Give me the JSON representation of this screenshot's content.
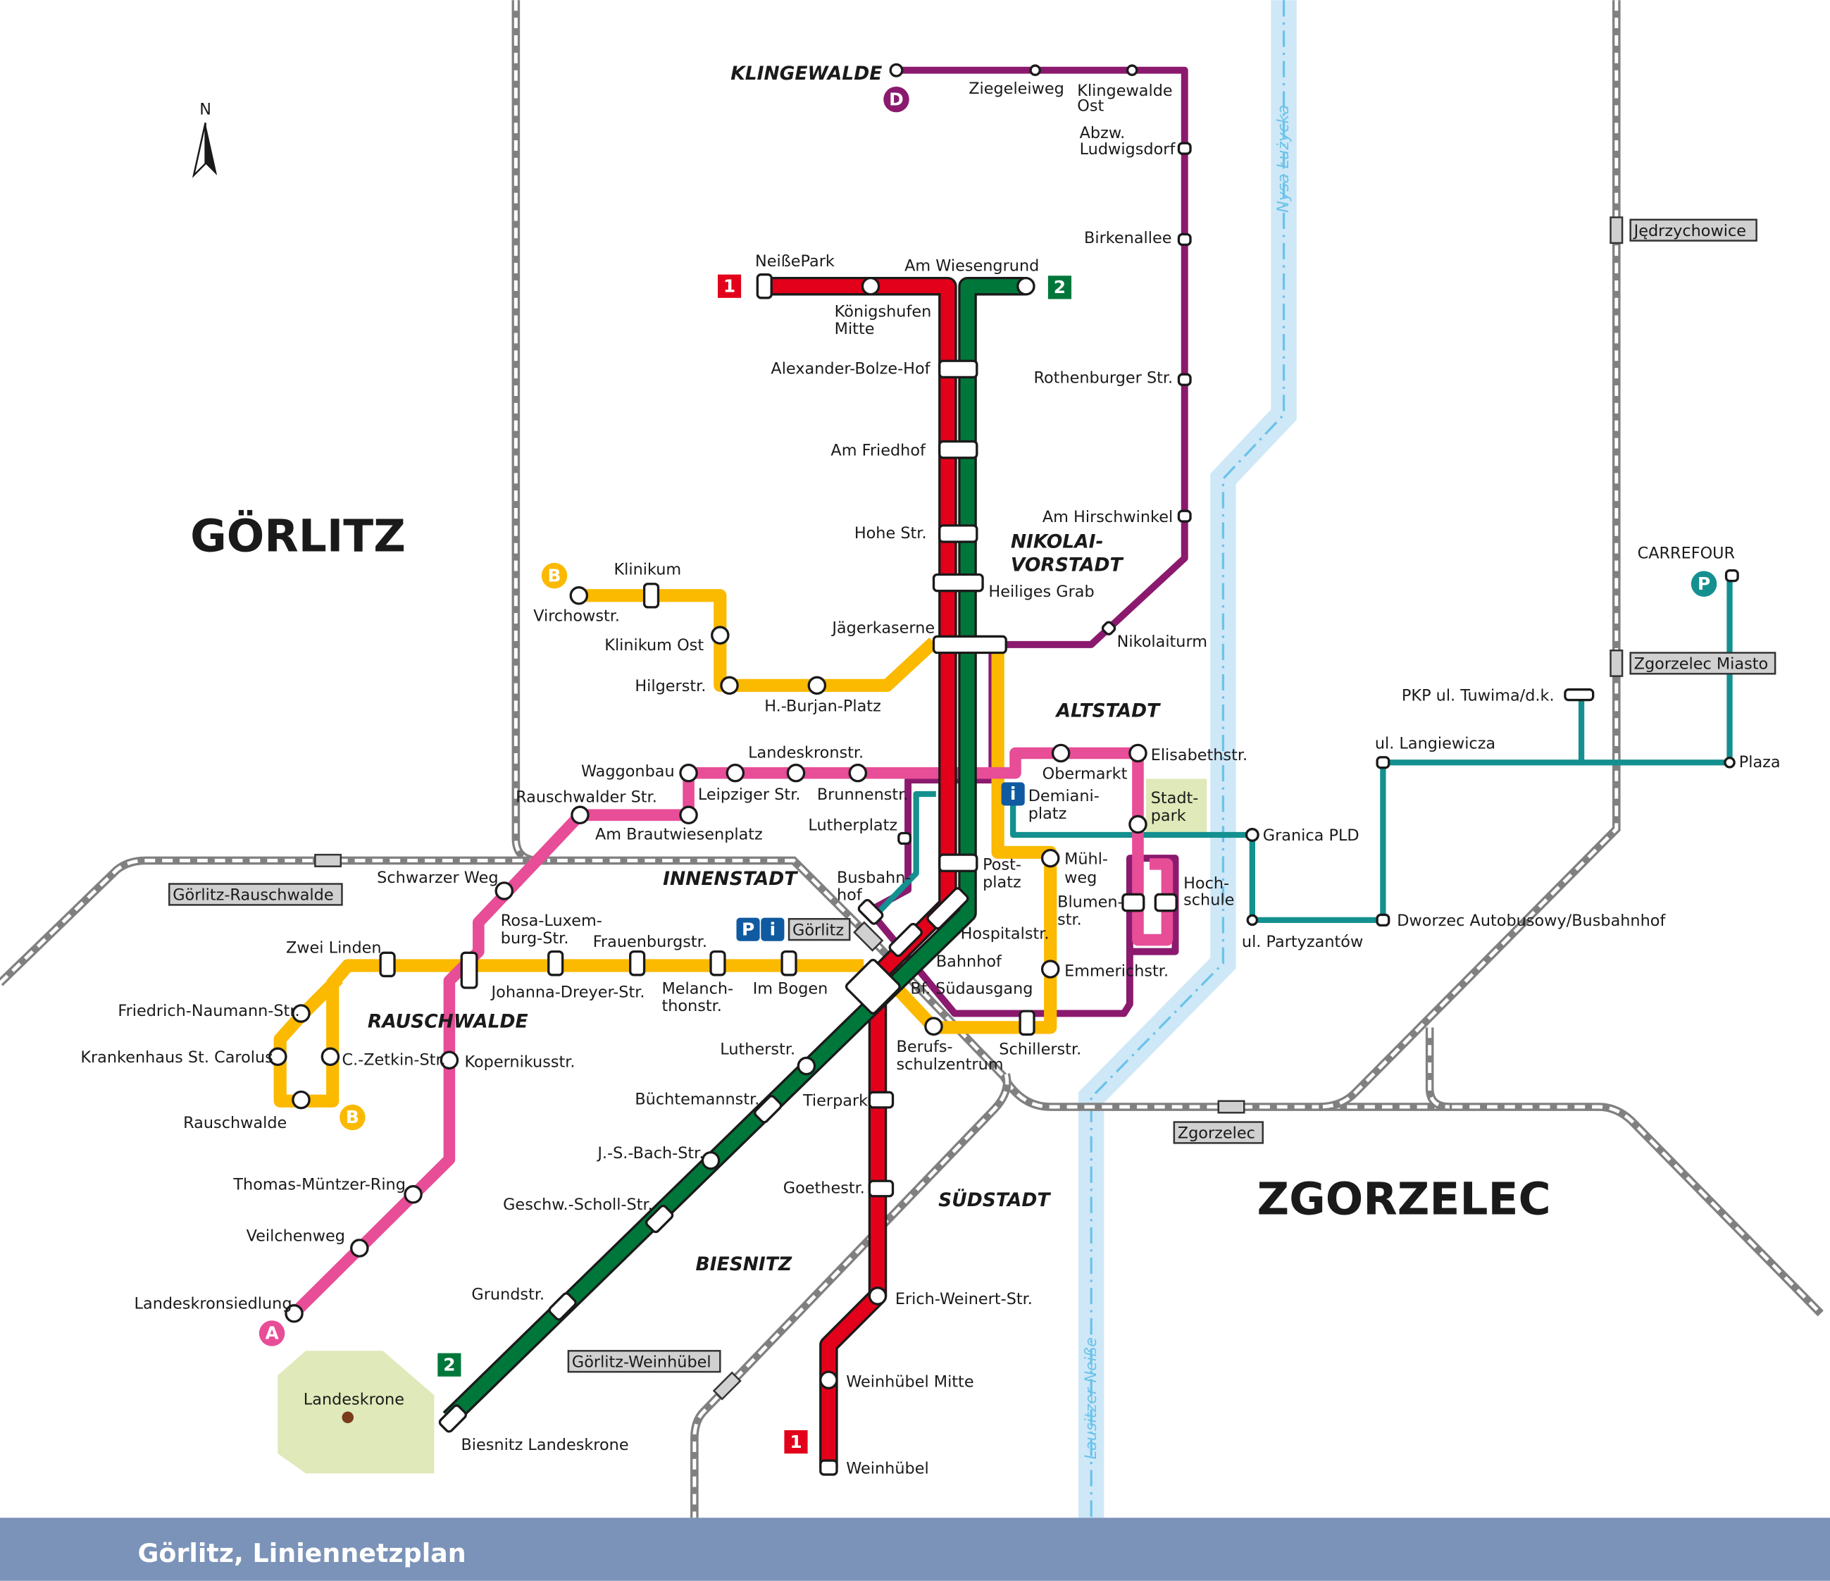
{
  "footer": {
    "title": "Görlitz, Liniennetzplan"
  },
  "compass": "N",
  "cities": {
    "goerlitz": "GÖRLITZ",
    "zgorzelec": "ZGORZELEC"
  },
  "districts": {
    "klingewalde": "KLINGEWALDE",
    "nikolaivorstadt": [
      "NIKOLAI-",
      "VORSTADT"
    ],
    "altstadt": "ALTSTADT",
    "innenstadt": "INNENSTADT",
    "rauschwalde": "RAUSCHWALDE",
    "suedstadt": "SÜDSTADT",
    "biesnitz": "BIESNITZ"
  },
  "rivers": {
    "nysa": "Nysa Łużycka",
    "neisse": "Lausitzer Neiße"
  },
  "rail_stations": {
    "rauschwalde": "Görlitz-Rauschwalde",
    "goerlitz": "Görlitz",
    "weinhuebel": "Görlitz-Weinhübel",
    "zgorzelec": "Zgorzelec",
    "jedrzychowice": "Jędrzychowice",
    "zgorzelec_miasto": "Zgorzelec Miasto"
  },
  "line_badges": {
    "l1": "1",
    "l2": "2",
    "a": "A",
    "b": "B",
    "d": "D",
    "p": "P",
    "info": "i"
  },
  "colors": {
    "line1": "#e2001a",
    "line2": "#00773a",
    "lineA": "#e84d97",
    "lineB": "#fbb900",
    "lineD": "#8b1a6e",
    "lineP": "#13908f",
    "footer": "#7b93b8"
  },
  "landmarks": {
    "landeskrone": "Landeskrone",
    "stadtpark": [
      "Stadt-",
      "park"
    ],
    "carrefour": "CARREFOUR"
  },
  "stations": {
    "ziegeleiweg": "Ziegeleiweg",
    "klingewalde_ost": [
      "Klingewalde",
      "Ost"
    ],
    "abzw_ludwigsdorf": [
      "Abzw.",
      "Ludwigsdorf"
    ],
    "birkenallee": "Birkenallee",
    "rothenburger": "Rothenburger Str.",
    "hirschwinkel": "Am Hirschwinkel",
    "nikolaiturm": "Nikolaiturm",
    "neissepark": "NeißePark",
    "wiesengrund": "Am Wiesengrund",
    "koenigshufen": [
      "Königshufen",
      "Mitte"
    ],
    "bolzehof": "Alexander-Bolze-Hof",
    "friedhof": "Am Friedhof",
    "hohe": "Hohe Str.",
    "heiliges_grab": "Heiliges Grab",
    "jaegerkaserne": "Jägerkaserne",
    "klinikum": "Klinikum",
    "virchowstr": "Virchowstr.",
    "klinikum_ost": "Klinikum Ost",
    "hilgerstr": "Hilgerstr.",
    "burjan": "H.-Burjan-Platz",
    "landeskronstr": "Landeskronstr.",
    "waggonbau": "Waggonbau",
    "leipziger": "Leipziger Str.",
    "brunnenstr": "Brunnenstr.",
    "rauschwalder_str": "Rauschwalder Str.",
    "brautwiesen": "Am Brautwiesenplatz",
    "lutherplatz": "Lutherplatz",
    "obermarkt": "Obermarkt",
    "elisabethstr": "Elisabethstr.",
    "demianiplatz": [
      "Demiani-",
      "platz"
    ],
    "granica": "Granica PLD",
    "muehlweg": [
      "Mühl-",
      "weg"
    ],
    "blumenstr": [
      "Blumen-",
      "str."
    ],
    "hochschule": [
      "Hoch-",
      "schule"
    ],
    "postplatz": [
      "Post-",
      "platz"
    ],
    "busbahnhof": [
      "Busbahn-",
      "hof"
    ],
    "hospitalstr": "Hospitalstr.",
    "bahnhof": "Bahnhof",
    "suedausgang": "Bf. Südausgang",
    "emmerichstr": "Emmerichstr.",
    "schillerstr": "Schillerstr.",
    "berufsschul": [
      "Berufs-",
      "schulzentrum"
    ],
    "schwarzer_weg": "Schwarzer Weg",
    "rosa": [
      "Rosa-Luxem-",
      "burg-Str."
    ],
    "frauenburg": "Frauenburgstr.",
    "zwei_linden": "Zwei Linden",
    "johanna": "Johanna-Dreyer-Str.",
    "melanch": [
      "Melanch-",
      "thonstr."
    ],
    "im_bogen": "Im Bogen",
    "naumann": "Friedrich-Naumann-Str.",
    "carolus": "Krankenhaus St. Carolus",
    "zetkin": "C.-Zetkin-Str.",
    "kopernikus": "Kopernikusstr.",
    "rauschwalde": "Rauschwalde",
    "lutherstr": "Lutherstr.",
    "buechte": "Büchtemannstr.",
    "tierpark": "Tierpark",
    "bach": "J.-S.-Bach-Str.",
    "goethestr": "Goethestr.",
    "scholl": "Geschw.-Scholl-Str.",
    "muentzer": "Thomas-Müntzer-Ring",
    "veilchenweg": "Veilchenweg",
    "landeskronsiedlung": "Landeskronsiedlung",
    "grundstr": "Grundstr.",
    "weinert": "Erich-Weinert-Str.",
    "weinhuebel_mitte": "Weinhübel Mitte",
    "weinhuebel": "Weinhübel",
    "biesnitz_landeskrone": "Biesnitz Landeskrone",
    "tuwima": "PKP ul. Tuwima/d.k.",
    "langiewicza": "ul. Langiewicza",
    "plaza": "Plaza",
    "partyzantow": "ul. Partyzantów",
    "dworzec": "Dworzec Autobusowy/Busbahnhof"
  }
}
